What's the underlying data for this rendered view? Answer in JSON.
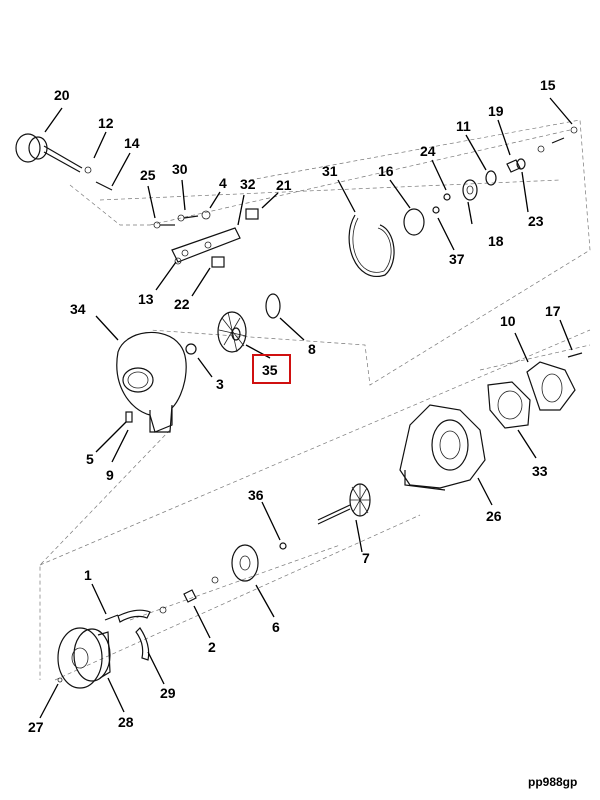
{
  "figure_id": "pp988gp",
  "highlighted_callout": "35",
  "callouts": {
    "c1": "1",
    "c2": "2",
    "c3": "3",
    "c4": "4",
    "c5": "5",
    "c6": "6",
    "c7": "7",
    "c8": "8",
    "c9": "9",
    "c10": "10",
    "c11": "11",
    "c12": "12",
    "c13": "13",
    "c14": "14",
    "c15": "15",
    "c16": "16",
    "c17": "17",
    "c18": "18",
    "c19": "19",
    "c20": "20",
    "c21": "21",
    "c22": "22",
    "c23": "23",
    "c24": "24",
    "c25": "25",
    "c26": "26",
    "c27": "27",
    "c28": "28",
    "c29": "29",
    "c30": "30",
    "c31": "31",
    "c32": "32",
    "c33": "33",
    "c34": "34",
    "c35": "35",
    "c36": "36",
    "c37": "37"
  },
  "colors": {
    "highlight": "#d01010",
    "line": "#111111",
    "background": "#ffffff"
  }
}
